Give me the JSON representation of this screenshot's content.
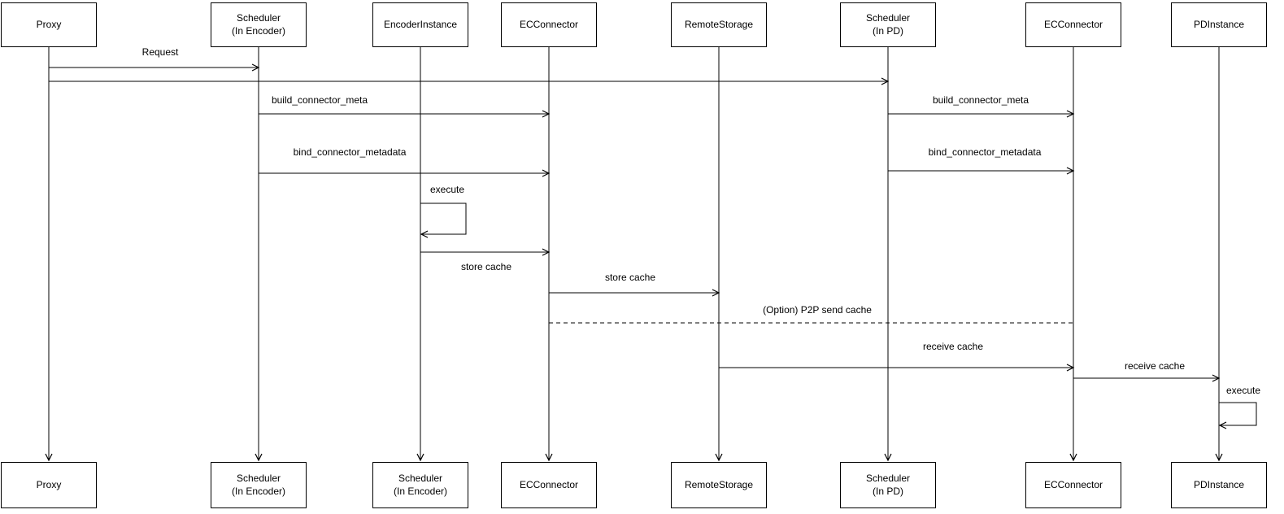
{
  "actors": [
    {
      "top": "Proxy",
      "bottom": "Proxy"
    },
    {
      "top": "Scheduler\n(In Encoder)",
      "bottom": "Scheduler\n(In Encoder)"
    },
    {
      "top": "EncoderInstance",
      "bottom": "Scheduler\n(In Encoder)"
    },
    {
      "top": "ECConnector",
      "bottom": "ECConnector"
    },
    {
      "top": "RemoteStorage",
      "bottom": "RemoteStorage"
    },
    {
      "top": "Scheduler\n(In PD)",
      "bottom": "Scheduler\n(In PD)"
    },
    {
      "top": "ECConnector",
      "bottom": "ECConnector"
    },
    {
      "top": "PDInstance",
      "bottom": "PDInstance"
    }
  ],
  "messages": [
    {
      "label": "Request",
      "from": "Proxy",
      "to": "Scheduler (In Encoder)",
      "style": "solid"
    },
    {
      "label": "",
      "from": "Proxy",
      "to": "Scheduler (In PD)",
      "style": "solid"
    },
    {
      "label": "build_connector_meta",
      "from": "Scheduler (In Encoder)",
      "to": "ECConnector",
      "style": "solid"
    },
    {
      "label": "build_connector_meta",
      "from": "Scheduler (In PD)",
      "to": "ECConnector",
      "style": "solid"
    },
    {
      "label": "bind_connector_metadata",
      "from": "Scheduler (In Encoder)",
      "to": "ECConnector",
      "style": "solid"
    },
    {
      "label": "bind_connector_metadata",
      "from": "Scheduler (In PD)",
      "to": "ECConnector",
      "style": "solid"
    },
    {
      "label": "execute",
      "from": "EncoderInstance",
      "to": "EncoderInstance",
      "style": "self"
    },
    {
      "label": "store cache",
      "from": "EncoderInstance",
      "to": "ECConnector",
      "style": "solid"
    },
    {
      "label": "store cache",
      "from": "ECConnector",
      "to": "RemoteStorage",
      "style": "solid"
    },
    {
      "label": "(Option) P2P send cache",
      "from": "ECConnector",
      "to": "ECConnector",
      "style": "dashed"
    },
    {
      "label": "receive cache",
      "from": "RemoteStorage",
      "to": "ECConnector",
      "style": "solid"
    },
    {
      "label": "receive cache",
      "from": "ECConnector",
      "to": "PDInstance",
      "style": "solid"
    },
    {
      "label": "execute",
      "from": "PDInstance",
      "to": "PDInstance",
      "style": "self"
    }
  ],
  "colors": {
    "line": "#000000",
    "box_border": "#000000",
    "box_fill": "#ffffff",
    "background": "#ffffff",
    "text": "#000000"
  }
}
